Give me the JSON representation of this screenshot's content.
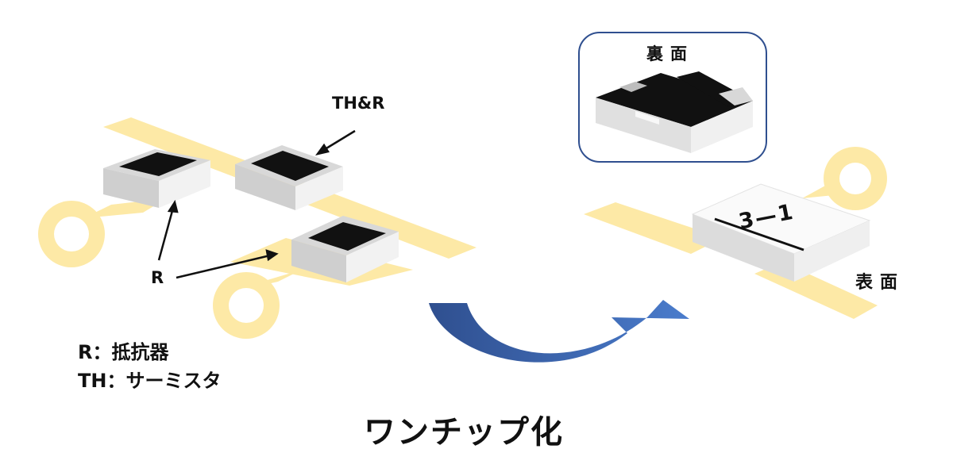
{
  "labels": {
    "th_and_r": "TH&R",
    "r": "R",
    "back_side": "裏面",
    "front_side": "表面",
    "chip_marking": "3—1"
  },
  "legend": [
    "R：抵抗器",
    "TH：サーミスタ"
  ],
  "caption": "ワンチップ化",
  "colors": {
    "pad": "#fde9a6",
    "chip_body": "#e8e8e8",
    "chip_top": "#111111",
    "arrow": "#3c67b9",
    "inset_border": "#2f4f8f"
  }
}
